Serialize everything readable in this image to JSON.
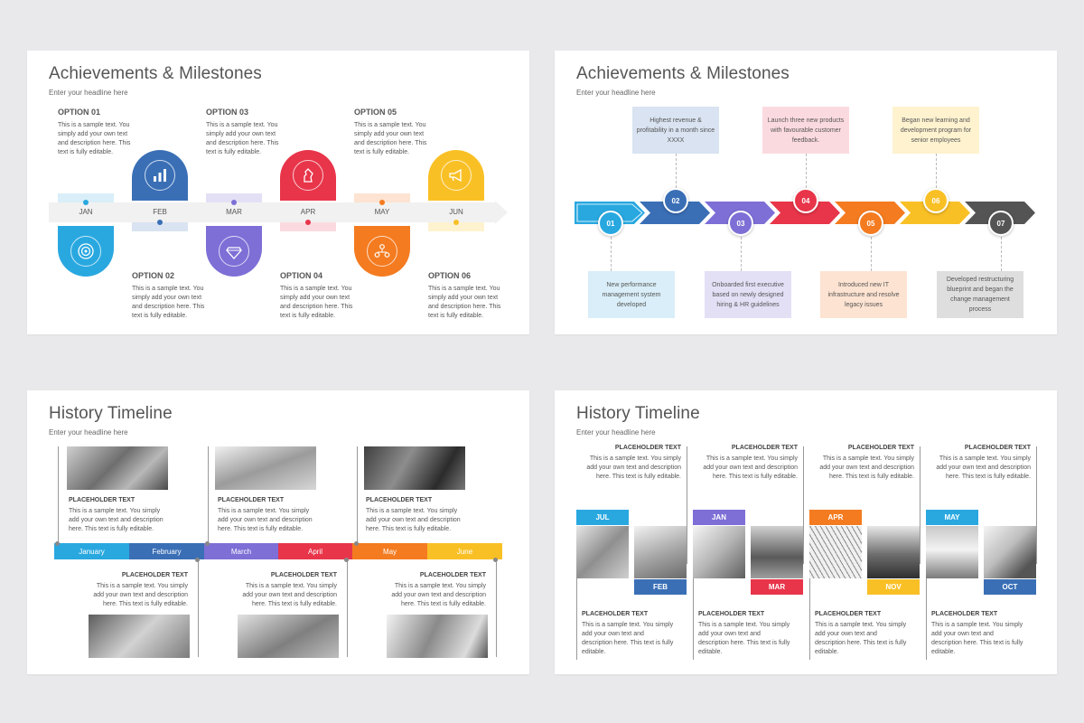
{
  "slide1": {
    "title": "Achievements & Milestones",
    "subtitle": "Enter your headline here",
    "months": [
      "JAN",
      "FEB",
      "MAR",
      "APR",
      "MAY",
      "JUN"
    ],
    "options": [
      {
        "label": "OPTION 01",
        "text": "This is a sample text. You simply add your own text and description here. This text is fully editable.",
        "color": "#29a8e0",
        "icon": "target-icon"
      },
      {
        "label": "OPTION 02",
        "text": "This is a sample text. You simply add your own text and description here. This text is fully editable.",
        "color": "#3a6fb6",
        "icon": "bar-chart-icon"
      },
      {
        "label": "OPTION 03",
        "text": "This is a sample text. You simply add your own text and description here. This text is fully editable.",
        "color": "#7d6fd6",
        "icon": "diamond-icon"
      },
      {
        "label": "OPTION 04",
        "text": "This is a sample text. You simply add your own text and description here. This text is fully editable.",
        "color": "#e8354a",
        "icon": "chess-knight-icon"
      },
      {
        "label": "OPTION 05",
        "text": "This is a sample text. You simply add your own text and description here. This text is fully editable.",
        "color": "#f47b20",
        "icon": "team-icon"
      },
      {
        "label": "OPTION 06",
        "text": "This is a sample text. You simply add your own text and description here. This text is fully editable.",
        "color": "#f9c026",
        "icon": "megaphone-icon"
      }
    ]
  },
  "slide2": {
    "title": "Achievements & Milestones",
    "subtitle": "Enter your headline here",
    "steps": [
      {
        "num": "01",
        "text": "New performance management system developed",
        "color": "#29a8e0",
        "box": "#d9eef8"
      },
      {
        "num": "02",
        "text": "Highest revenue & profitability in a month since XXXX",
        "color": "#3a6fb6",
        "box": "#d9e3f1"
      },
      {
        "num": "03",
        "text": "Onboarded first executive based on newly designed hiring & HR guidelines",
        "color": "#7d6fd6",
        "box": "#e3e0f6"
      },
      {
        "num": "04",
        "text": "Launch three new products with favourable customer feedback.",
        "color": "#e8354a",
        "box": "#fbdadf"
      },
      {
        "num": "05",
        "text": "Introduced new IT infrastructure and resolve legacy issues",
        "color": "#f47b20",
        "box": "#fde3d1"
      },
      {
        "num": "06",
        "text": "Began new learning and development program for senior employees",
        "color": "#f9c026",
        "box": "#fef2cf"
      },
      {
        "num": "07",
        "text": "Developed restructuring blueprint and began the change management process",
        "color": "#545454",
        "box": "#dedede"
      }
    ]
  },
  "slide3": {
    "title": "History Timeline",
    "subtitle": "Enter your headline here",
    "months": [
      {
        "label": "January",
        "color": "#29a8e0"
      },
      {
        "label": "February",
        "color": "#3a6fb6"
      },
      {
        "label": "March",
        "color": "#7d6fd6"
      },
      {
        "label": "April",
        "color": "#e8354a"
      },
      {
        "label": "May",
        "color": "#f47b20"
      },
      {
        "label": "June",
        "color": "#f9c026"
      }
    ],
    "entries": [
      {
        "title": "PLACEHOLDER TEXT",
        "text": "This is a sample text. You simply add your own text and description here. This text is fully editable."
      },
      {
        "title": "PLACEHOLDER TEXT",
        "text": "This is a sample text. You simply add your own text and description here. This text is fully editable."
      },
      {
        "title": "PLACEHOLDER TEXT",
        "text": "This is a sample text. You simply add your own text and description here. This text is fully editable."
      },
      {
        "title": "PLACEHOLDER TEXT",
        "text": "This is a sample text. You simply add your own text and description here. This text is fully editable."
      },
      {
        "title": "PLACEHOLDER TEXT",
        "text": "This is a sample text. You simply add your own text and description here. This text is fully editable."
      },
      {
        "title": "PLACEHOLDER TEXT",
        "text": "This is a sample text. You simply add your own text and description here. This text is fully editable."
      }
    ]
  },
  "slide4": {
    "title": "History Timeline",
    "subtitle": "Enter your headline here",
    "groups": [
      {
        "top": "JUL",
        "bottom": "FEB",
        "topColor": "#29a8e0",
        "bottomColor": "#3a6fb6"
      },
      {
        "top": "JAN",
        "bottom": "MAR",
        "topColor": "#7d6fd6",
        "bottomColor": "#e8354a"
      },
      {
        "top": "APR",
        "bottom": "NOV",
        "topColor": "#f47b20",
        "bottomColor": "#f9c026"
      },
      {
        "top": "MAY",
        "bottom": "OCT",
        "topColor": "#29a8e0",
        "bottomColor": "#3a6fb6"
      }
    ],
    "entries": [
      {
        "title": "PLACEHOLDER TEXT",
        "text": "This is a sample text. You simply add your own text and description here. This text is fully editable."
      },
      {
        "title": "PLACEHOLDER TEXT",
        "text": "This is a sample text. You simply add your own text and description here. This text is fully editable."
      },
      {
        "title": "PLACEHOLDER TEXT",
        "text": "This is a sample text. You simply add your own text and description here. This text is fully editable."
      },
      {
        "title": "PLACEHOLDER TEXT",
        "text": "This is a sample text. You simply add your own text and description here. This text is fully editable."
      },
      {
        "title": "PLACEHOLDER TEXT",
        "text": "This is a sample text. You simply add your own text and description here. This text is fully editable."
      },
      {
        "title": "PLACEHOLDER TEXT",
        "text": "This is a sample text. You simply add your own text and description here. This text is fully editable."
      },
      {
        "title": "PLACEHOLDER TEXT",
        "text": "This is a sample text. You simply add your own text and description here. This text is fully editable."
      },
      {
        "title": "PLACEHOLDER TEXT",
        "text": "This is a sample text. You simply add your own text and description here. This text is fully editable."
      }
    ]
  }
}
